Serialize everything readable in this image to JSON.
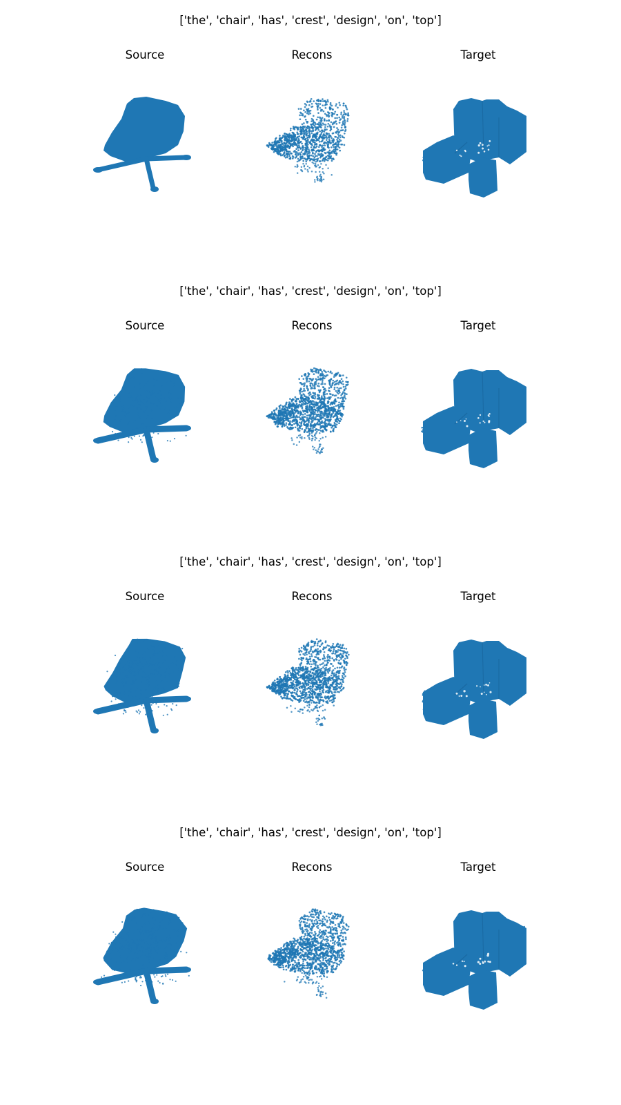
{
  "figure": {
    "rows": [
      {
        "title": "['the', 'chair', 'has', 'crest', 'design', 'on', 'top']",
        "panels": [
          {
            "label": "Source"
          },
          {
            "label": "Recons"
          },
          {
            "label": "Target"
          }
        ]
      },
      {
        "title": "['the', 'chair', 'has', 'crest', 'design', 'on', 'top']",
        "panels": [
          {
            "label": "Source"
          },
          {
            "label": "Recons"
          },
          {
            "label": "Target"
          }
        ]
      },
      {
        "title": "['the', 'chair', 'has', 'crest', 'design', 'on', 'top']",
        "panels": [
          {
            "label": "Source"
          },
          {
            "label": "Recons"
          },
          {
            "label": "Target"
          }
        ]
      },
      {
        "title": "['the', 'chair', 'has', 'crest', 'design', 'on', 'top']",
        "panels": [
          {
            "label": "Source"
          },
          {
            "label": "Recons"
          },
          {
            "label": "Target"
          }
        ]
      }
    ]
  },
  "style": {
    "point_color": "#1f77b4",
    "background": "#ffffff"
  }
}
